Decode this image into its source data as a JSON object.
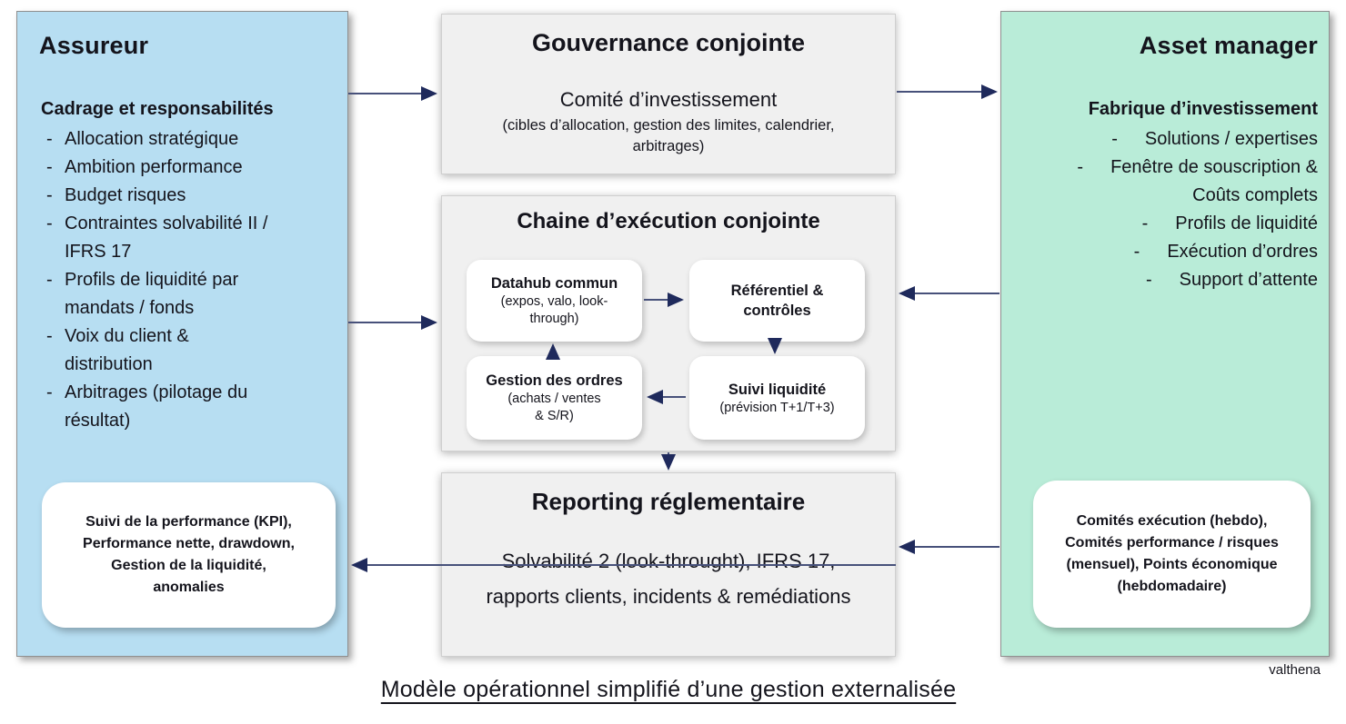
{
  "colors": {
    "insurer_panel_bg": "#b7def2",
    "asset_manager_panel_bg": "#b9ecd8",
    "mid_box_bg": "#f0f0f0",
    "card_bg": "#ffffff",
    "arrow": "#1f2a5c",
    "text": "#14141c"
  },
  "bullet": "-",
  "insurer": {
    "title": "Assureur",
    "subtitle": "Cadrage et responsabilités",
    "items": [
      "Allocation stratégique",
      "Ambition performance",
      "Budget risques",
      "Contraintes solvabilité II /\nIFRS 17",
      "Profils de liquidité par\nmandats / fonds",
      "Voix du client &\ndistribution",
      "Arbitrages (pilotage du\nrésultat)"
    ],
    "card_text": "Suivi de la performance (KPI),\nPerformance nette, drawdown,\nGestion de la liquidité,\nanomalies"
  },
  "governance": {
    "title": "Gouvernance conjointe",
    "body": "Comité d’investissement",
    "note": "(cibles d’allocation, gestion des limites, calendrier,\narbitrages)"
  },
  "execution": {
    "title": "Chaine d’exécution conjointe",
    "datahub": {
      "title": "Datahub commun",
      "note": "(expos, valo, look-\nthrough)"
    },
    "referentiel": {
      "title": "Référentiel &\ncontrôles"
    },
    "orders": {
      "title": "Gestion des ordres",
      "note": "(achats / ventes\n& S/R)"
    },
    "liquidity": {
      "title": "Suivi liquidité",
      "note": "(prévision T+1/T+3)"
    }
  },
  "reporting": {
    "title": "Reporting réglementaire",
    "body": "Solvabilité 2 (look-throught), IFRS 17,\nrapports clients, incidents & remédiations"
  },
  "asset_manager": {
    "title": "Asset manager",
    "subtitle": "Fabrique d’investissement",
    "items": [
      "Solutions / expertises",
      "Fenêtre de souscription &\nCoûts complets",
      "Profils de liquidité",
      "Exécution d’ordres",
      "Support d’attente"
    ],
    "card_text": "Comités exécution (hebdo),\nComités performance / risques\n(mensuel), Points économique\n(hebdomadaire)"
  },
  "caption": "Modèle opérationnel simplifié d’une gestion externalisée",
  "watermark": "valthena"
}
